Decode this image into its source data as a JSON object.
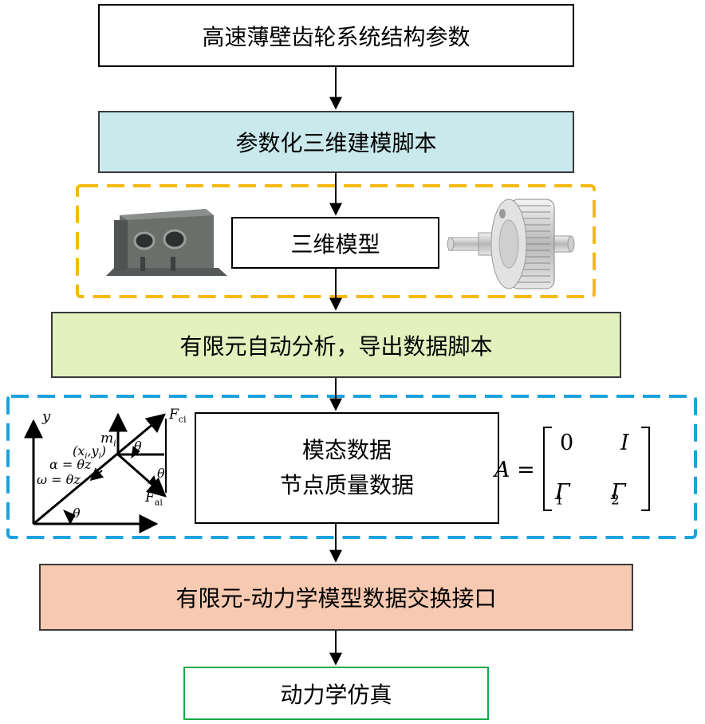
{
  "flowchart": {
    "step1": "高速薄壁齿轮系统结构参数",
    "step2": "参数化三维建模脚本",
    "step3": "三维模型",
    "step4": "有限元自动分析，导出数据脚本",
    "step5_line1": "模态数据",
    "step5_line2": "节点质量数据",
    "step6": "有限元-动力学模型数据交换接口",
    "step7": "动力学仿真"
  },
  "force_diagram": {
    "y_axis": "y",
    "mass": "m",
    "mass_sub": "i",
    "coord": "(x",
    "coord_sub1": "i",
    "coord_mid": ",y",
    "coord_sub2": "i",
    "coord_end": ")",
    "alpha_eq": "α = θz",
    "omega_eq": "ω = θz",
    "theta": "θ",
    "Fc": "F",
    "Fc_sub": "ci",
    "Fa": "F",
    "Fa_sub": "ai"
  },
  "matrix": {
    "lhs": "A =",
    "a11": "0",
    "a12": "I",
    "a21": "Γ",
    "a21_sub": "1",
    "a22": "Γ",
    "a22_sub": "2"
  },
  "colors": {
    "step2_fill": "#c9e9ec",
    "step4_fill": "#e2f1bd",
    "step6_fill": "#f7c9b0",
    "step7_border": "#19a84a",
    "orange_dash": "#f5b90f",
    "blue_dash": "#1aa3dd"
  },
  "icons": {
    "bracket": "gearbox-housing-bracket-icon",
    "gear": "gear-shaft-icon"
  }
}
